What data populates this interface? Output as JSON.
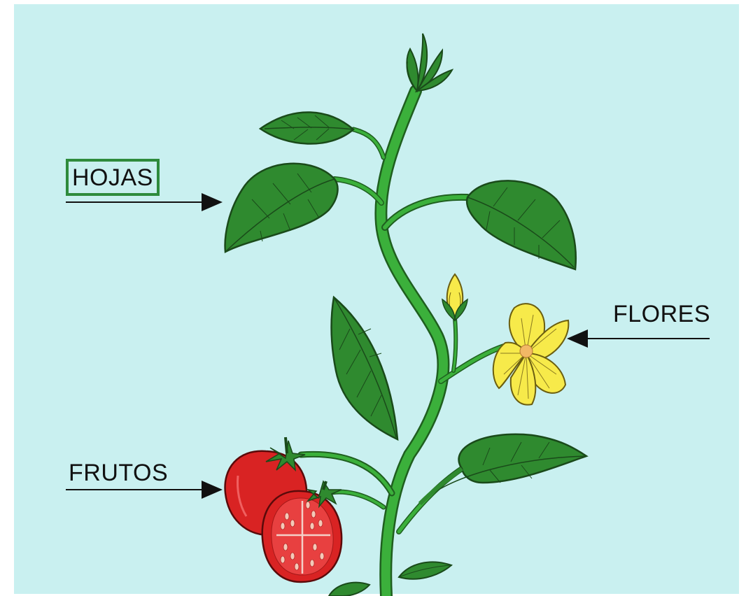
{
  "labels": {
    "hojas": "HOJAS",
    "flores": "FLORES",
    "frutos": "FRUTOS"
  },
  "colors": {
    "background": "#c9f0f0",
    "leaf": "#2f8a2f",
    "leaf_dark": "#1f5f1f",
    "stem": "#36a336",
    "flower": "#f7ea4a",
    "flower_center": "#f2b866",
    "fruit": "#d92323",
    "fruit_dark": "#a51818",
    "seed": "#f4c9b8",
    "arrow": "#111111",
    "highlight_box": "#2e8b3c"
  }
}
